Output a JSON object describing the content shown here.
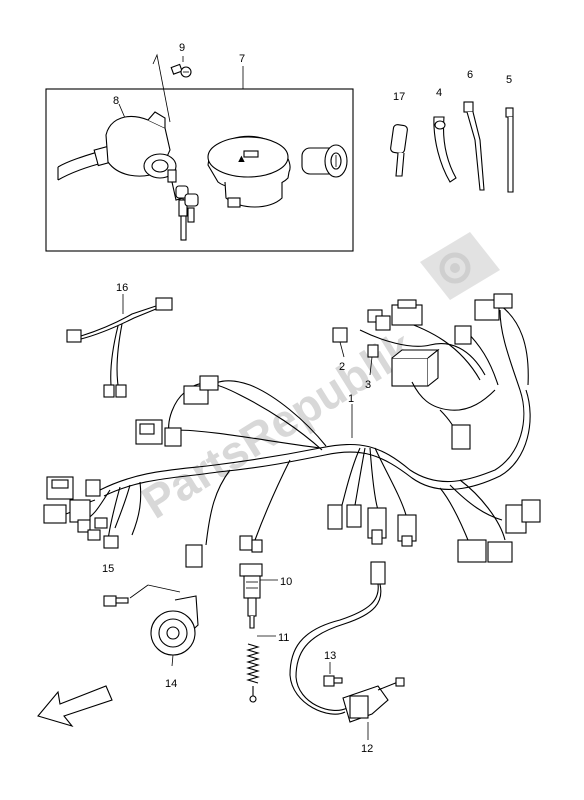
{
  "watermark": {
    "text": "PartsRepublik",
    "color": "#d0d0d0"
  },
  "callouts": {
    "c1": "1",
    "c2": "2",
    "c3": "3",
    "c4": "4",
    "c5": "5",
    "c6": "6",
    "c7": "7",
    "c8": "8",
    "c9": "9",
    "c10": "10",
    "c11": "11",
    "c12": "12",
    "c13": "13",
    "c14": "14",
    "c15": "15",
    "c16": "16",
    "c17": "17"
  },
  "icons": {
    "direction": "arrow-front-left-icon",
    "watermark_logo": "gear-flag-icon"
  }
}
